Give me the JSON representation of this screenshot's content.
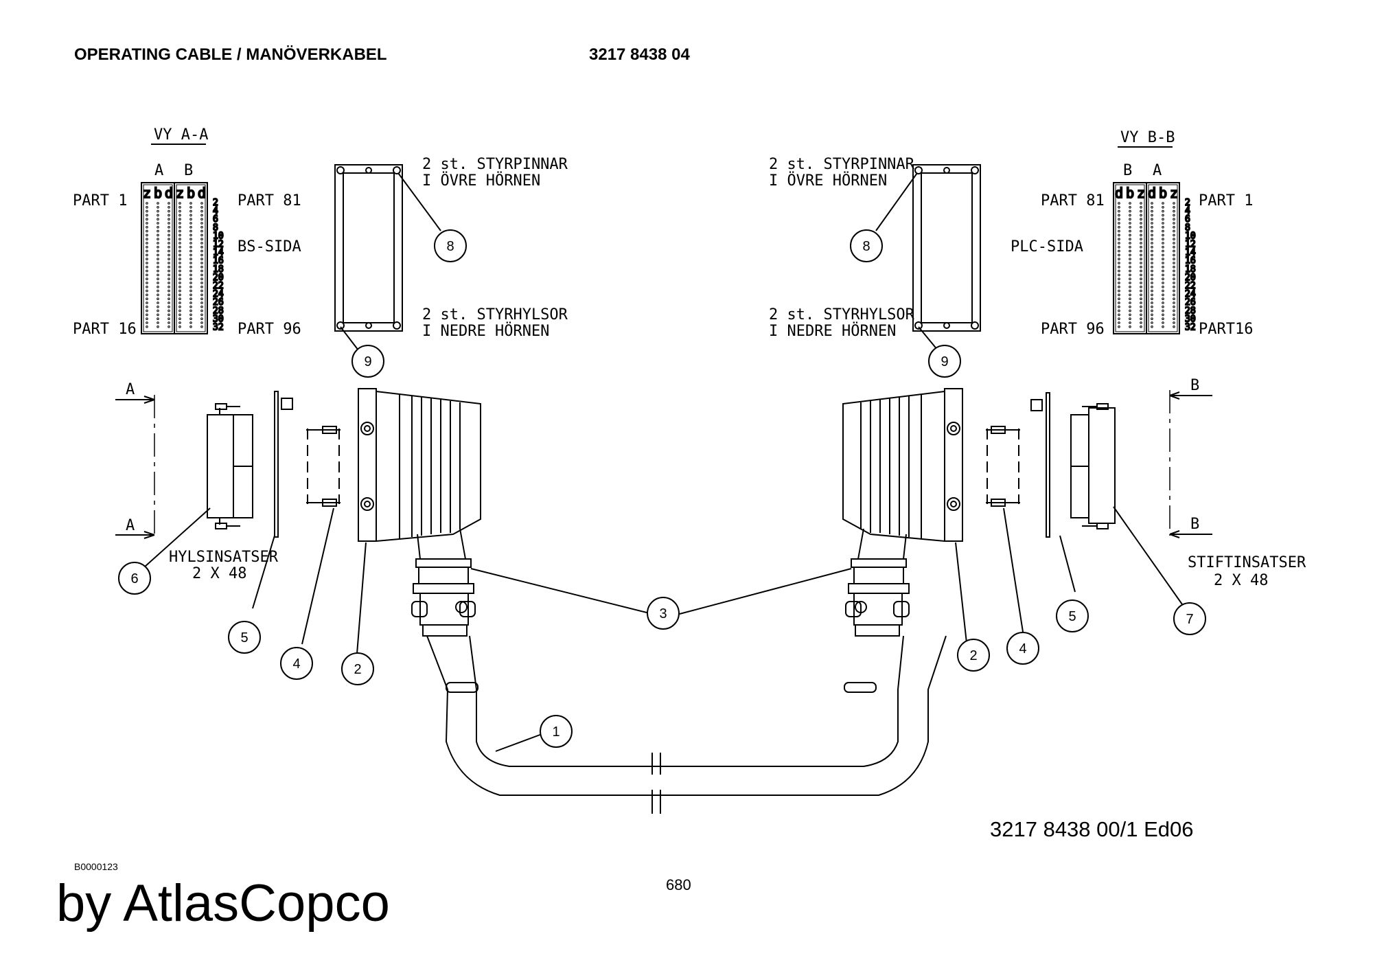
{
  "header": {
    "title": "OPERATING CABLE / MANÖVERKABEL",
    "part_number": "3217 8438 04"
  },
  "left_view": {
    "view_label": "VY A-A",
    "col_a": "A",
    "col_b": "B",
    "col_letters": [
      "z",
      "b",
      "d",
      "z",
      "b",
      "d"
    ],
    "part_1": "PART 1",
    "part_16": "PART 16",
    "part_81": "PART 81",
    "part_96": "PART 96",
    "side": "BS-SIDA",
    "row_numbers": [
      "2",
      "4",
      "6",
      "8",
      "10",
      "12",
      "14",
      "16",
      "18",
      "20",
      "22",
      "24",
      "26",
      "28",
      "30",
      "32"
    ]
  },
  "right_view": {
    "view_label": "VY B-B",
    "col_b": "B",
    "col_a": "A",
    "col_letters": [
      "d",
      "b",
      "z",
      "d",
      "b",
      "z"
    ],
    "part_81": "PART 81",
    "part_96": "PART 96",
    "part_1": "PART 1",
    "part_16": "PART16",
    "side": "PLC-SIDA",
    "row_numbers": [
      "2",
      "4",
      "6",
      "8",
      "10",
      "12",
      "14",
      "16",
      "18",
      "20",
      "22",
      "24",
      "26",
      "28",
      "30",
      "32"
    ]
  },
  "notes": {
    "pins_line1": "2 st. STYRPINNAR",
    "pins_line2": "I ÖVRE HÖRNEN",
    "sleeves_line1": "2 st. STYRHYLSOR",
    "sleeves_line2": "I NEDRE HÖRNEN",
    "socket_inserts_line1": "HYLSINSATSER",
    "socket_inserts_line2": "2 X 48",
    "pin_inserts_line1": "STIFTINSATSER",
    "pin_inserts_line2": "2 X 48"
  },
  "section_marks": {
    "a": "A",
    "b": "B"
  },
  "callouts": {
    "c1": "1",
    "c2": "2",
    "c3": "3",
    "c4": "4",
    "c5": "5",
    "c6": "6",
    "c7": "7",
    "c8": "8",
    "c9": "9"
  },
  "footer": {
    "drawing_ref": "3217 8438 00/1  Ed06",
    "doc_code": "B0000123",
    "page_number": "680",
    "brand": "by AtlasCopco"
  }
}
